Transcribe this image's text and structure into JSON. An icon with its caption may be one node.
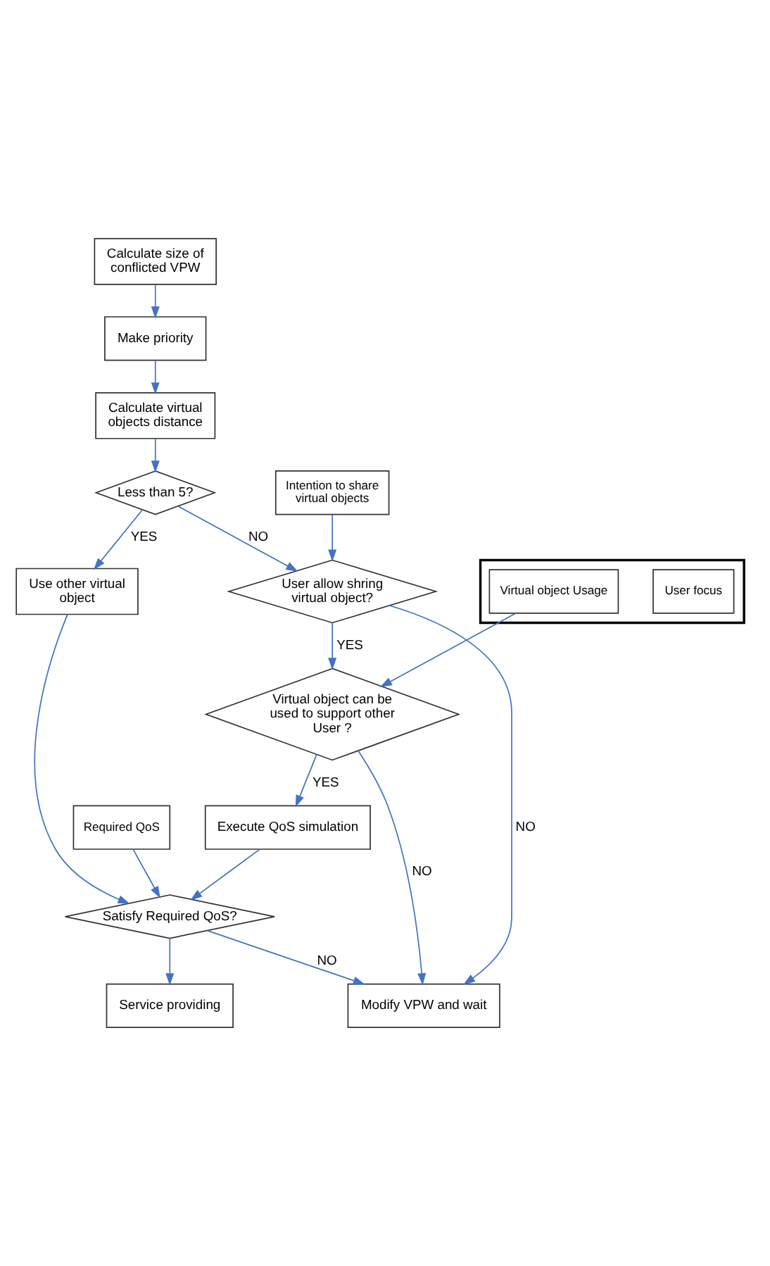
{
  "diagram": {
    "nodes": [
      {
        "text": [
          "Calculate size of conflicted VPW"
        ]
      },
      {
        "text": [
          "Make priority"
        ]
      },
      {
        "text": [
          "Calculate virtual objects distance"
        ]
      },
      {
        "text": [
          "Use other virtual object"
        ]
      },
      {
        "text": [
          "Less than 5?"
        ]
      },
      {
        "text": [
          "Intention to share virtual objects"
        ]
      },
      {
        "text": [
          "User allow shring virtual object?"
        ]
      },
      {
        "text": [],
        "shape": "box"
      },
      {
        "text": [
          "User focus"
        ],
        "in": 7
      },
      {
        "text": [
          "Virtual object Usage"
        ],
        "in": 7
      },
      {
        "text": [
          "Virtual object can be used to support other User ?"
        ]
      },
      {
        "text": [
          "Execute QoS simulation"
        ]
      },
      {
        "text": [
          "Modify VPW and wait"
        ]
      },
      {
        "text": [
          "Required QoS"
        ]
      },
      {
        "text": [
          "Satisfy Required QoS?"
        ]
      },
      {
        "text": [
          "Service providing"
        ]
      }
    ],
    "edges": [
      {
        "from": 0,
        "to": 1,
        "arrow": "to"
      },
      {
        "from": 1,
        "to": 2,
        "arrow": "to"
      },
      {
        "from": 2,
        "to": 4,
        "arrow": "to"
      },
      {
        "from": 4,
        "to": 3,
        "arrow": "to",
        "label": "YES"
      },
      {
        "from": 4,
        "to": 6,
        "arrow": "to",
        "label": "NO"
      },
      {
        "from": 5,
        "to": 6,
        "arrow": "to"
      },
      {
        "from": 6,
        "to": 10,
        "arrow": "to",
        "label": "YES"
      },
      {
        "from": 6,
        "to": 12,
        "arrow": "to",
        "label": "NO"
      },
      {
        "from": 9,
        "to": 10,
        "arrow": "to"
      },
      {
        "from": 10,
        "to": 12,
        "arrow": "to",
        "label": "NO"
      },
      {
        "from": 10,
        "to": 11,
        "arrow": "to",
        "label": "YES"
      },
      {
        "from": 11,
        "to": 14,
        "arrow": "to"
      },
      {
        "from": 3,
        "to": 14,
        "arrow": "to"
      },
      {
        "from": 13,
        "to": 14,
        "arrow": "to"
      },
      {
        "from": 14,
        "to": 12,
        "arrow": "to",
        "label": "NO"
      },
      {
        "from": 14,
        "to": 15,
        "arrow": "to"
      }
    ]
  }
}
